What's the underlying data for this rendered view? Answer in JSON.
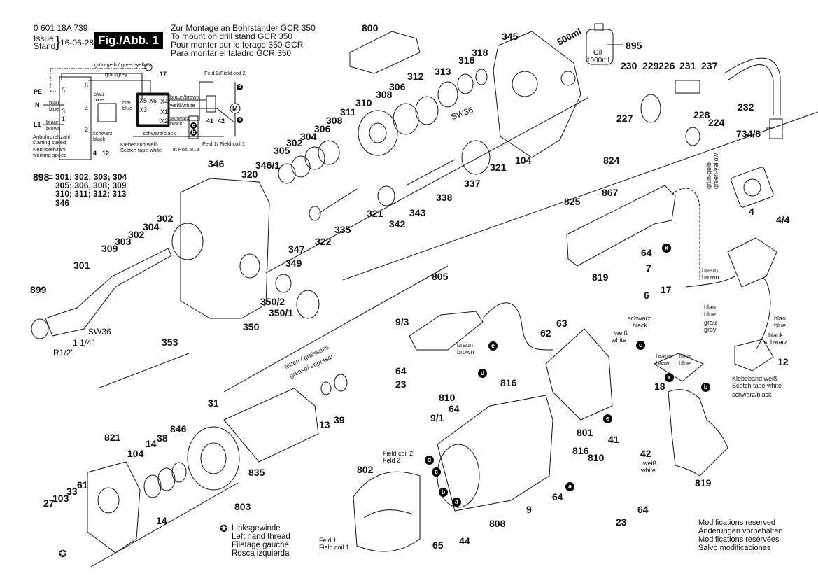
{
  "header": {
    "part_number": "0 601 18A 739",
    "issue_label": "Issue",
    "stand_label": "Stand",
    "issue_date": "16-06-28",
    "figure_title": "Fig./Abb. 1",
    "mount_notes": [
      "Zur Montage an Bohrständer GCR 350",
      "To mount on drill stand GCR 350",
      "Pour monter sur le forage 350 GCR",
      "Para montar el taladro GCR 350"
    ]
  },
  "wiring_diagram": {
    "ground_label": "grün-gelb / green-yellow",
    "grey_label": "grau/grey",
    "pe_label": "PE",
    "n_label": "N",
    "l1_label": "L1",
    "blau1": "blau",
    "blue1": "blue",
    "braun1": "braun",
    "brown1": "brown",
    "blau2": "blau",
    "blue2": "blue",
    "blau3": "blau",
    "blue3": "blue",
    "schwarz1": "schwarz",
    "black1": "black",
    "starting_speed_de": "Anbohrdrehzahl",
    "starting_speed_en": "starting speed",
    "working_speed_de": "Nenndrehzahl",
    "working_speed_en": "working speed",
    "switch_terminals": [
      "5",
      "6",
      "3",
      "4",
      "1",
      "2"
    ],
    "module_terminals": [
      "X5",
      "X6",
      "X4",
      "X3",
      "X1",
      "X2"
    ],
    "ref_17": "17",
    "ref_4": "4",
    "ref_12": "12",
    "ref_41": "41",
    "ref_42": "42",
    "braun_brown": "braun/brown",
    "weiss_white": "weiß/white",
    "schwarz2": "schwarz",
    "black2": "black",
    "schwarz_black": "schwarz/black",
    "field2": "Feld 2/Field coil 2",
    "field1": "Feld 1/ Field coil 1",
    "motor": "M",
    "tape_de": "Klebeband weiß",
    "tape_en": "Scotch tape white",
    "in_pos": "in Pos. 819",
    "badges": [
      "d",
      "e",
      "c",
      "b"
    ]
  },
  "kit_note": {
    "kit": "898",
    "eq": "=",
    "lines": [
      "301; 302; 303; 304",
      "305; 306, 308; 309",
      "310; 311; 312; 313",
      "346"
    ]
  },
  "part_labels": {
    "p800": "800",
    "p345": "345",
    "p895": "895",
    "oil": "Oil",
    "oil_vol": "1000ml",
    "vol_500": "500ml",
    "p318": "318",
    "p316": "316",
    "p313": "313",
    "p312": "312",
    "p306a": "306",
    "p308a": "308",
    "p310": "310",
    "p311": "311",
    "p308b": "308",
    "p306b": "306",
    "p304a": "304",
    "p302a": "302",
    "p305": "305",
    "sw36a": "SW36",
    "p321a": "321",
    "p104a": "104",
    "p337": "337",
    "p338": "338",
    "p321b": "321",
    "p343": "343",
    "p342": "342",
    "p335": "335",
    "p322": "322",
    "p230": "230",
    "p229": "229",
    "p226": "226",
    "p231": "231",
    "p237": "237",
    "p227": "227",
    "p228": "228",
    "p224": "224",
    "p232": "232",
    "p734_8": "734/8",
    "p346": "346",
    "p320": "320",
    "p346_1": "346/1",
    "p302b": "302",
    "p304b": "304",
    "p302c": "302",
    "p303": "303",
    "p309": "309",
    "p301": "301",
    "p899": "899",
    "p347": "347",
    "p349": "349",
    "p350_2": "350/2",
    "p350_1": "350/1",
    "p350": "350",
    "p353": "353",
    "sw36b": "SW36",
    "thread_114": "1 1/4\"",
    "thread_r12": "R1/2\"",
    "p824": "824",
    "p867": "867",
    "p825": "825",
    "p4": "4",
    "p4_4": "4/4",
    "p64a": "64",
    "p7": "7",
    "p819a": "819",
    "p6": "6",
    "p62": "62",
    "p63": "63",
    "p17": "17",
    "p805": "805",
    "p9_3": "9/3",
    "p64b": "64",
    "p23a": "23",
    "p816a": "816",
    "p810a": "810",
    "p64c": "64",
    "p9_1": "9/1",
    "p12": "12",
    "p18": "18",
    "p819b": "819",
    "p801": "801",
    "p41": "41",
    "p42": "42",
    "p816b": "816",
    "p810b": "810",
    "p64d": "64",
    "p23b": "23",
    "p64e": "64",
    "p9": "9",
    "p808": "808",
    "p802": "802",
    "p65": "65",
    "p44": "44",
    "p31": "31",
    "p846": "846",
    "p821": "821",
    "p104b": "104",
    "p14a": "14",
    "p38": "38",
    "p835": "835",
    "p803": "803",
    "p14b": "14",
    "p13": "13",
    "p39": "39",
    "p27": "27",
    "p103": "103",
    "p33": "33",
    "p61": "61"
  },
  "wire_labels": {
    "gruen_gelb": "grün-gelb",
    "green_yellow": "green-yellow",
    "braun_a": "braun",
    "brown_a": "brown",
    "blau_a": "blau",
    "blue_a": "blue",
    "grau": "grau",
    "grey": "grey",
    "blau_b": "blau",
    "blue_b": "blue",
    "black_c": "black",
    "schwarz_c": "schwarz",
    "schwarz_d": "schwarz",
    "black_d": "black",
    "weiss_a": "weiß",
    "white_a": "white",
    "braun_b": "braun",
    "brown_b": "brown",
    "blau_e": "blau",
    "blue_e": "blue",
    "tape_de": "Klebeband weiß",
    "tape_en": "Scotch tape white",
    "schwarz_black": "schwarz/black",
    "braun_c": "braun",
    "brown_c": "brown",
    "weiss_b": "weiß",
    "white_b": "white",
    "field_coil2_en": "Field coil 2",
    "field_coil2_de": "Feld 2",
    "field_coil1_de": "Feld 1",
    "field_coil1_en": "Field coil 1",
    "grease_de_fr": "fetten / graissees",
    "grease_en_es": "grease/ engrasar"
  },
  "connector_badges": {
    "x1": "x",
    "x2": "x",
    "b": "b",
    "c": "c",
    "e1": "e",
    "d1": "d",
    "e2": "e",
    "a1": "a",
    "d2": "d",
    "c2": "c",
    "b2": "b",
    "a2": "a"
  },
  "legend": {
    "symbol": "✪",
    "lines": [
      "Linksgewinde",
      "Left hand thread",
      "Filetage gauche",
      "Rosca izquierda"
    ]
  },
  "footer": {
    "lines": [
      "Modifications reserved",
      "Änderungen vorbehalten",
      "Modifications resérvées",
      "Salvo modificaciones"
    ]
  }
}
